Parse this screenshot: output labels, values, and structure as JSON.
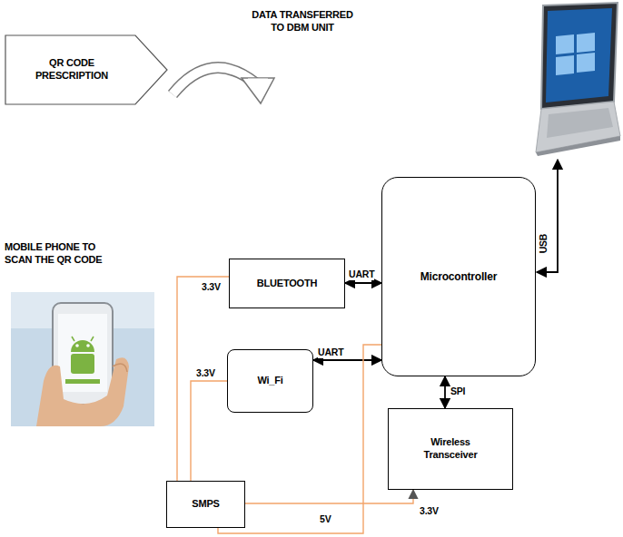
{
  "diagram": {
    "nodes": [
      {
        "text": [
          "QR CODE PRESCRIPTION"
        ]
      },
      {
        "text": [
          "BLUETOOTH"
        ]
      },
      {
        "text": [
          "Wi_Fi"
        ]
      },
      {
        "text": [
          "Microcontroller"
        ]
      },
      {
        "text": [
          "Wireless Transceiver"
        ]
      },
      {
        "text": [
          "SMPS"
        ]
      }
    ],
    "edges": [
      {
        "from": 1,
        "to": 3,
        "label": "UART",
        "arrow": "both"
      },
      {
        "from": 2,
        "to": 3,
        "label": "UART",
        "arrow": "both"
      },
      {
        "from": 3,
        "to": 4,
        "label": "SPI",
        "arrow": "both"
      },
      {
        "from": 5,
        "to": 1,
        "label": "3.3V",
        "arrow": "none"
      },
      {
        "from": 5,
        "to": 2,
        "label": "3.3V",
        "arrow": "none"
      },
      {
        "from": 5,
        "to": 4,
        "label": "3.3V",
        "arrow": "to"
      },
      {
        "from": 5,
        "to": 3,
        "label": "5V",
        "arrow": "none"
      }
    ],
    "labels": [
      "DATA TRANSFERRED TO DBM UNIT",
      "MOBILE PHONE TO SCAN THE QR CODE",
      "USB"
    ]
  }
}
